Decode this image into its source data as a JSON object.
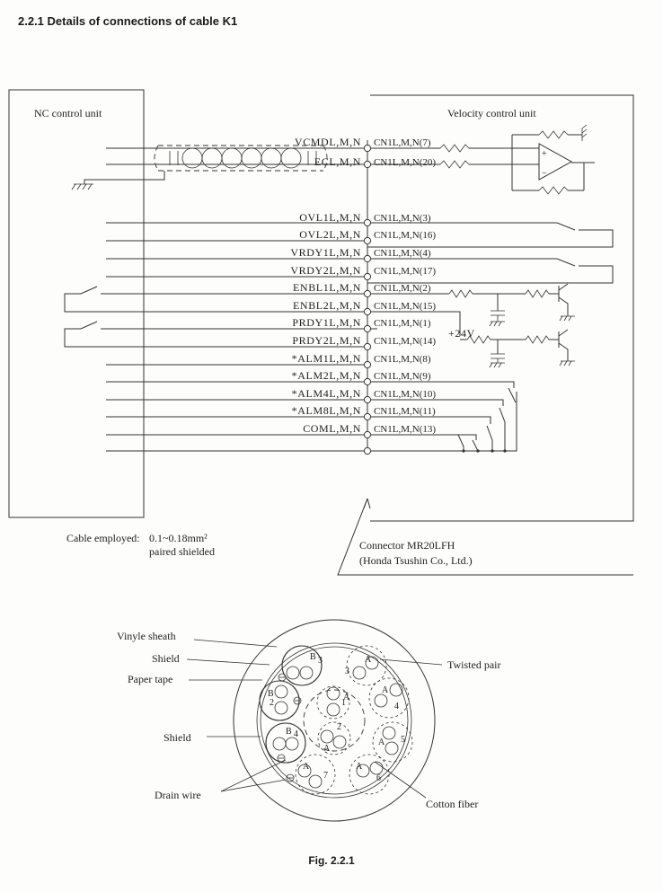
{
  "page": {
    "heading": "2.2.1   Details of connections of cable K1",
    "figure_caption": "Fig. 2.2.1"
  },
  "diagram": {
    "nc_unit_label": "NC control unit",
    "velocity_unit_label": "Velocity control unit",
    "signals": [
      {
        "name": "VCMDL,M,N",
        "pin": "CN1L,M,N(7)"
      },
      {
        "name": "ECL,M,N",
        "pin": "CN1L,M,N(20)"
      },
      {
        "name": "OVL1L,M,N",
        "pin": "CN1L,M,N(3)"
      },
      {
        "name": "OVL2L,M,N",
        "pin": "CN1L,M,N(16)"
      },
      {
        "name": "VRDY1L,M,N",
        "pin": "CN1L,M,N(4)"
      },
      {
        "name": "VRDY2L,M,N",
        "pin": "CN1L,M,N(17)"
      },
      {
        "name": "ENBL1L,M,N",
        "pin": "CN1L,M,N(2)"
      },
      {
        "name": "ENBL2L,M,N",
        "pin": "CN1L,M,N(15)"
      },
      {
        "name": "PRDY1L,M,N",
        "pin": "CN1L,M,N(1)"
      },
      {
        "name": "PRDY2L,M,N",
        "pin": "CN1L,M,N(14)"
      },
      {
        "name": "*ALM1L,M,N",
        "pin": "CN1L,M,N(8)"
      },
      {
        "name": "*ALM2L,M,N",
        "pin": "CN1L,M,N(9)"
      },
      {
        "name": "*ALM4L,M,N",
        "pin": "CN1L,M,N(10)"
      },
      {
        "name": "*ALM8L,M,N",
        "pin": "CN1L,M,N(11)"
      },
      {
        "name": "COML,M,N",
        "pin": "CN1L,M,N(13)"
      }
    ],
    "supply_label": "+24V",
    "cable_note_1": "Cable employed:",
    "cable_spec": "0.1~0.18mm²",
    "cable_note_2": "paired shielded",
    "connector_1": "Connector MR20LFH",
    "connector_2": "(Honda Tsushin Co., Ltd.)"
  },
  "cross_section": {
    "callouts": {
      "vinyl_sheath": "Vinyle sheath",
      "shield_outer": "Shield",
      "paper_tape": "Paper tape",
      "shield_pair": "Shield",
      "drain_wire": "Drain wire",
      "twisted_pair": "Twisted pair",
      "cotton_fiber": "Cotton fiber"
    },
    "pair_labels": [
      "A",
      "A",
      "A",
      "A",
      "A",
      "A",
      "A",
      "B",
      "B",
      "B"
    ],
    "pair_numbers": [
      "1",
      "2",
      "3",
      "4",
      "5",
      "6",
      "7",
      "2",
      "3",
      "4"
    ]
  }
}
